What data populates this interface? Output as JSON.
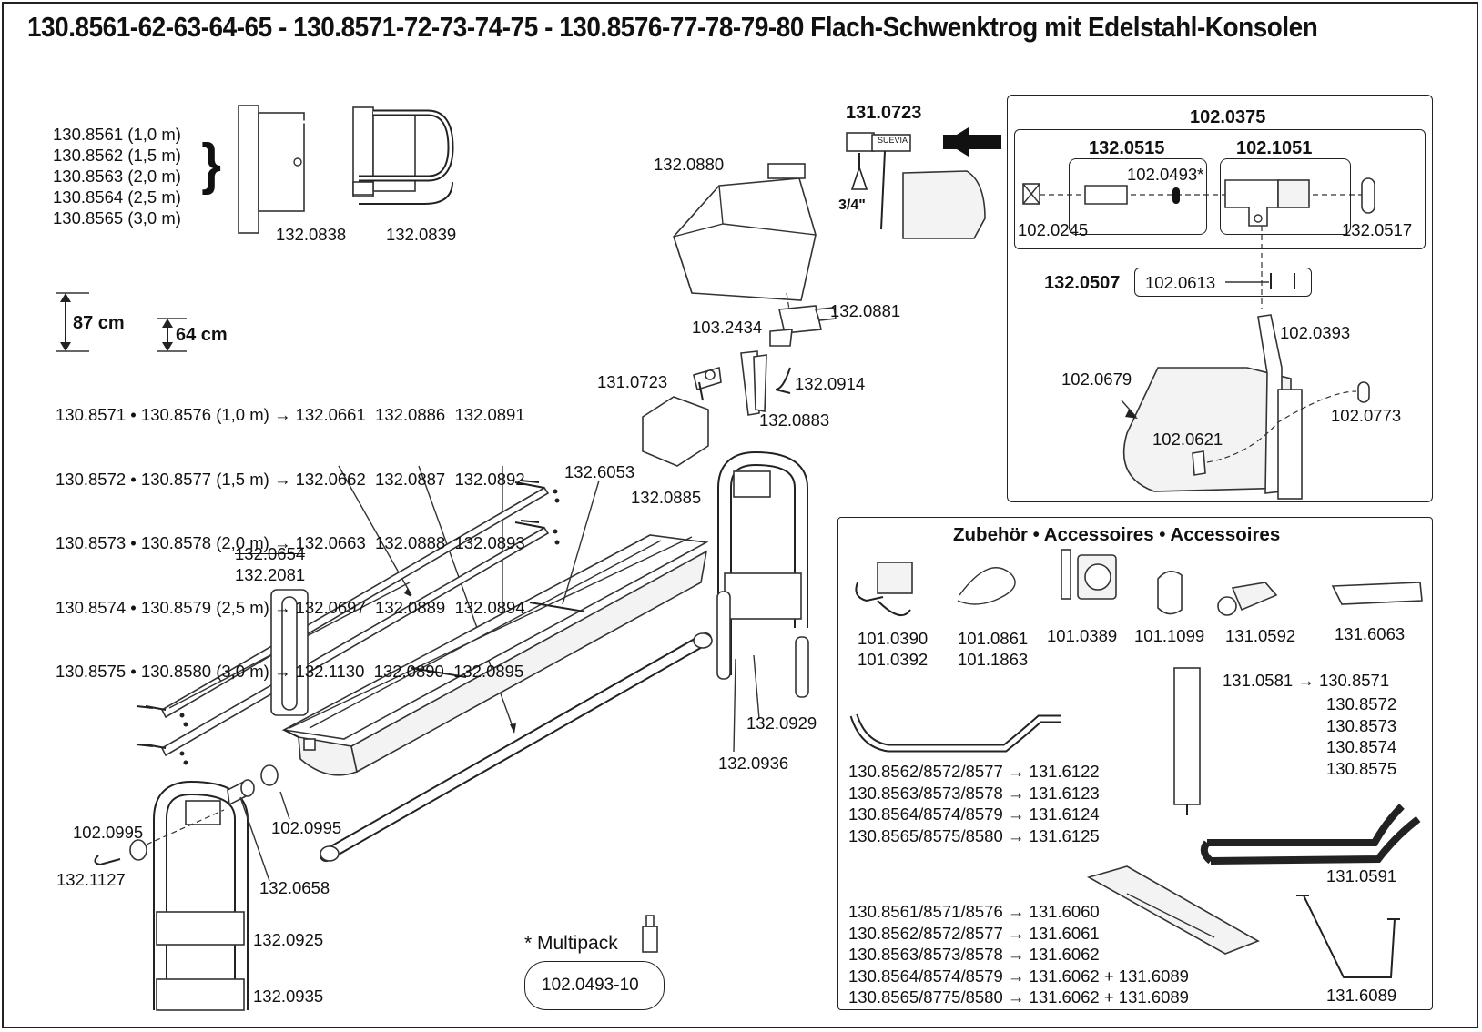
{
  "title": "130.8561-62-63-64-65 - 130.8571-72-73-74-75 - 130.8576-77-78-79-80 Flach-Schwenktrog mit Edelstahl-Konsolen",
  "series_top": [
    "130.8561 (1,0 m)",
    "130.8562 (1,5 m)",
    "130.8563 (2,0 m)",
    "130.8564 (2,5 m)",
    "130.8565 (3,0 m)"
  ],
  "brace": "}",
  "brackets": {
    "left": "132.0838",
    "right": "132.0839"
  },
  "heights": {
    "h87": "87 cm",
    "h64": "64 cm"
  },
  "table_rows": [
    "130.8571 • 130.8576 (1,0 m) → 132.0661  132.0886  132.0891",
    "130.8572 • 130.8577 (1,5 m) → 132.0662  132.0887  132.0892",
    "130.8573 • 130.8578 (2,0 m) → 132.0663  132.0888  132.0893",
    "130.8574 • 130.8579 (2,5 m) → 132.0697  132.0889  132.0894",
    "130.8575 • 130.8580 (3,0 m) → 132.1130  132.0890  132.0895"
  ],
  "parts": {
    "p0880": "132.0880",
    "p0723_top": "131.0723",
    "p34": "3/4\"",
    "suevia": "SUEVIA",
    "p0881": "132.0881",
    "p2434": "103.2434",
    "p0723": "131.0723",
    "p0914": "132.0914",
    "p0883": "132.0883",
    "p6053": "132.6053",
    "p0885": "132.0885",
    "p0654": "132.0654",
    "p2081": "132.2081",
    "p0929": "132.0929",
    "p0936": "132.0936",
    "p0995a": "102.0995",
    "p0995b": "102.0995",
    "p1127": "132.1127",
    "p0658": "132.0658",
    "p0925": "132.0925",
    "p0935": "132.0935",
    "multipack": "* Multipack",
    "multipack_code": "102.0493-10"
  },
  "valve_box": {
    "outer": "102.0375",
    "left_group": "132.0515",
    "right_group": "102.1051",
    "p0493": "102.0493*",
    "p0245": "102.0245",
    "p0517": "132.0517",
    "p0507": "132.0507",
    "p0613": "102.0613",
    "p0393": "102.0393",
    "p0679": "102.0679",
    "p0773": "102.0773",
    "p0621": "102.0621"
  },
  "accessories": {
    "heading": "Zubehör • Accessoires • Accessoires",
    "items": [
      {
        "l1": "101.0390",
        "l2": "101.0392"
      },
      {
        "l1": "101.0861",
        "l2": "101.1863"
      },
      {
        "l1": "101.0389",
        "l2": ""
      },
      {
        "l1": "101.1099",
        "l2": ""
      },
      {
        "l1": "131.0592",
        "l2": ""
      },
      {
        "l1": "131.6063",
        "l2": ""
      }
    ],
    "heater_map": [
      "131.0581 → 130.8571",
      "130.8572",
      "130.8573",
      "130.8574",
      "130.8575"
    ],
    "pipe_map": [
      "130.8562/8572/8577 → 131.6122",
      "130.8563/8573/8578 → 131.6123",
      "130.8564/8574/8579 → 131.6124",
      "130.8565/8575/8580 → 131.6125"
    ],
    "p0591": "131.0591",
    "plate_map": [
      "130.8561/8571/8576 → 131.6060",
      "130.8562/8572/8577 → 131.6061",
      "130.8563/8573/8578 → 131.6062",
      "130.8564/8574/8579 → 131.6062 + 131.6089",
      "130.8565/8775/8580 → 131.6062 + 131.6089"
    ],
    "p6089": "131.6089"
  }
}
